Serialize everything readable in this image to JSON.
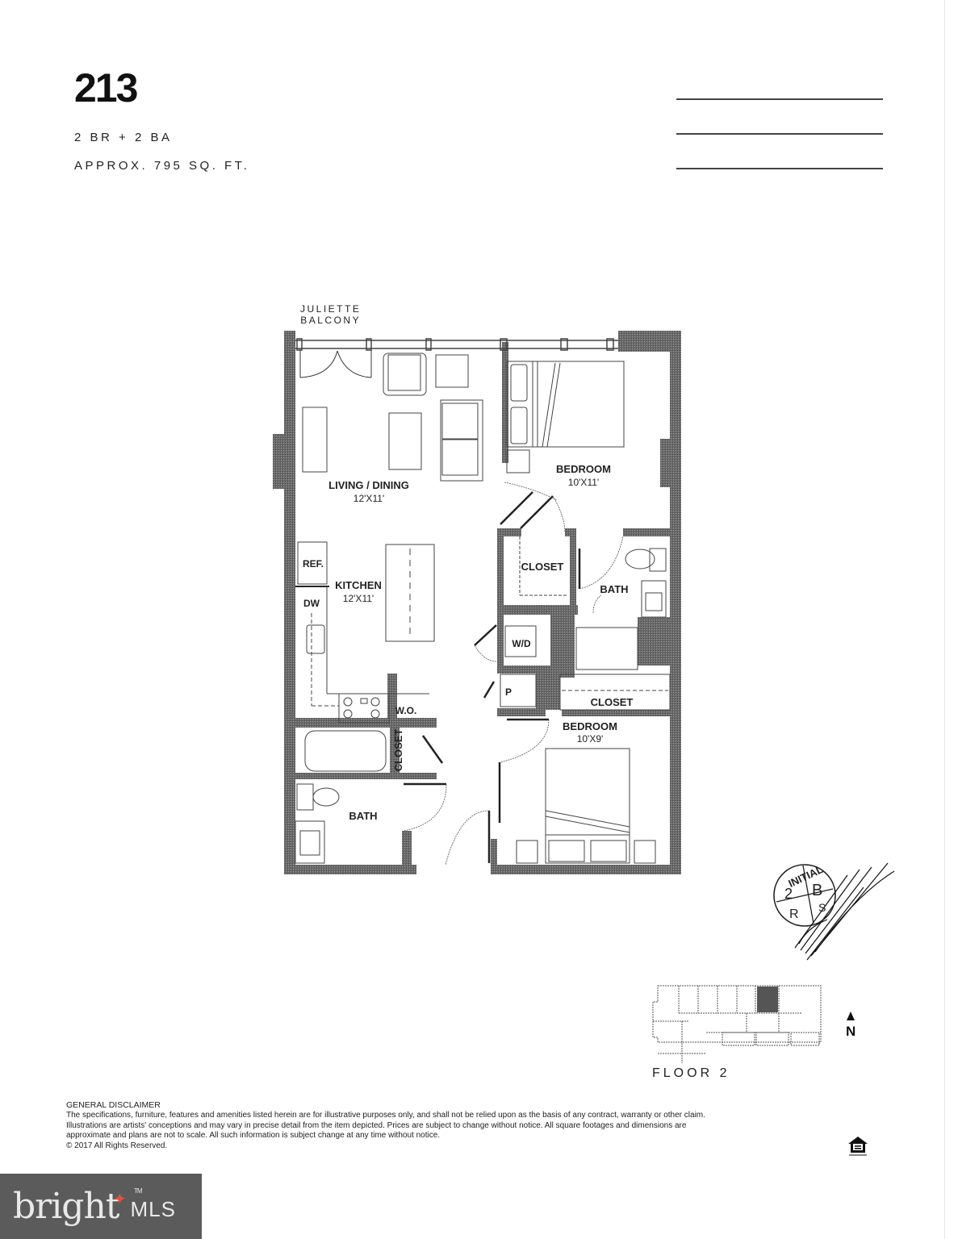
{
  "header": {
    "unit_number": "213",
    "bed_bath": "2 BR + 2 BA",
    "area": "APPROX. 795 SQ. FT.",
    "signature_lines": 3
  },
  "floorplan": {
    "balcony_label": [
      "JULIETTE",
      "BALCONY"
    ],
    "rooms": [
      {
        "name": "LIVING / DINING",
        "dimensions": "12'X11'"
      },
      {
        "name": "KITCHEN",
        "dimensions": "12'X11'"
      },
      {
        "name": "BEDROOM",
        "dimensions": "10'X11'"
      },
      {
        "name": "BEDROOM",
        "dimensions": "10'X9'"
      },
      {
        "name": "BATH",
        "dimensions": ""
      },
      {
        "name": "BATH",
        "dimensions": ""
      },
      {
        "name": "CLOSET",
        "dimensions": ""
      },
      {
        "name": "CLOSET",
        "dimensions": ""
      },
      {
        "name": "CLOSET",
        "dimensions": ""
      }
    ],
    "fixtures": [
      "REF.",
      "DW",
      "W.O.",
      "W/D",
      "P"
    ]
  },
  "stamp": {
    "label": "INITIAL",
    "marks": [
      "2",
      "B",
      "R",
      "S"
    ]
  },
  "keyplan": {
    "floor_label": "FLOOR 2",
    "north_label": "N",
    "highlight_color": "#555555"
  },
  "disclaimer": {
    "title": "GENERAL DISCLAIMER",
    "lines": [
      "The specifications, furniture, features and amenities listed herein are for illustrative purposes only, and shall not be relied upon as the basis of any contract, warranty or other claim.",
      "Illustrations are artists' conceptions and may vary in precise detail from the item depicted. Prices are subject to change without notice. All square footages and dimensions are",
      "approximate and plans are not to scale. All such information is subject change at any time without notice.",
      "© 2017 All Rights Reserved."
    ]
  },
  "watermark": {
    "brand": "bright",
    "suffix": "MLS",
    "tm": "TM",
    "accent_color": "#e0543b",
    "badge_color": "#5b5b5b"
  }
}
